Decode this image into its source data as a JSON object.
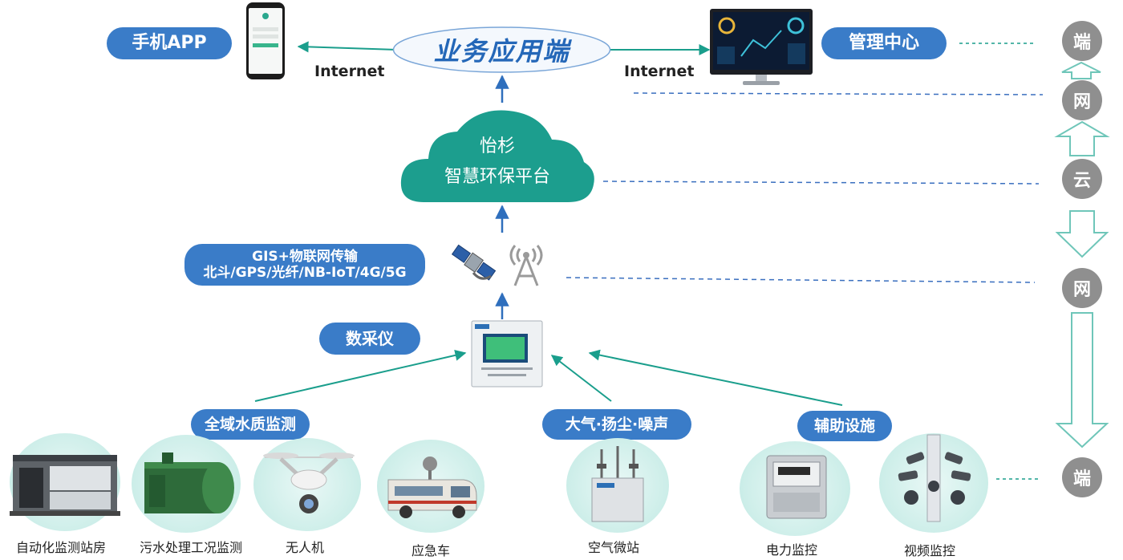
{
  "top": {
    "app_label": "手机APP",
    "center_label": "业务应用端",
    "mgmt_label": "管理中心",
    "internet_left": "Internet",
    "internet_right": "Internet"
  },
  "cloud": {
    "line1": "怡杉",
    "line2": "智慧环保平台"
  },
  "transport": {
    "line1": "GIS+物联网传输",
    "line2": "北斗/GPS/光纤/NB-IoT/4G/5G"
  },
  "collector": {
    "label": "数采仪"
  },
  "groups": {
    "water": "全域水质监测",
    "air": "大气·扬尘·噪声",
    "aux": "辅助设施"
  },
  "devices": [
    {
      "label": "自动化监测站房",
      "icon": "station-house"
    },
    {
      "label": "污水处理工况监测",
      "icon": "sewage-tank"
    },
    {
      "label": "无人机",
      "icon": "drone"
    },
    {
      "label": "应急车",
      "icon": "emergency-vehicle"
    },
    {
      "label": "空气微站",
      "icon": "air-station"
    },
    {
      "label": "电力监控",
      "icon": "power-meter"
    },
    {
      "label": "视频监控",
      "icon": "camera-pole"
    }
  ],
  "layers": [
    "端",
    "网",
    "云",
    "网",
    "端"
  ],
  "colors": {
    "pill_blue": "#3a7cc8",
    "cloud_teal": "#1c9e8e",
    "arrow_teal": "#1a9e8c",
    "arrow_blue": "#2f6fbd",
    "dash_blue": "#3a6fbf",
    "badge_grey": "#8f8f8f"
  }
}
